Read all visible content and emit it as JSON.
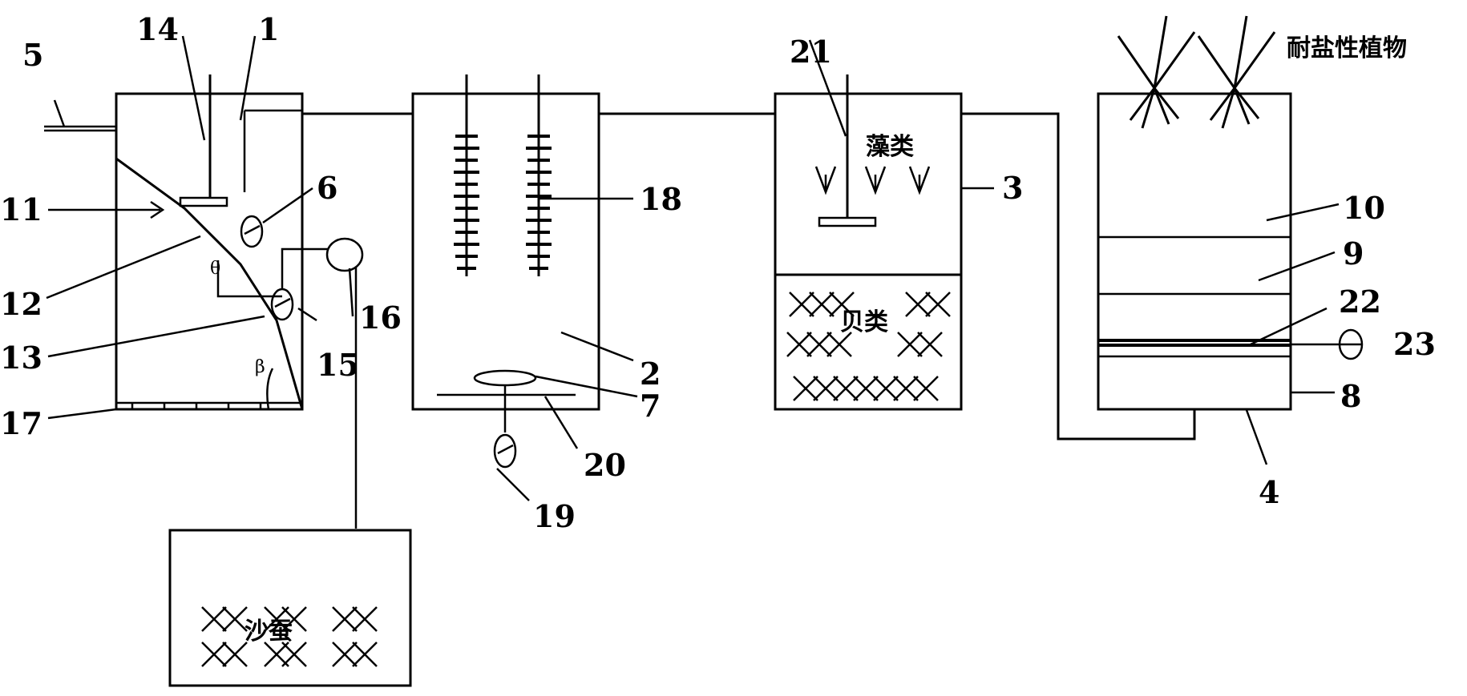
{
  "labels": {
    "n1": "1",
    "n2": "2",
    "n3": "3",
    "n4": "4",
    "n5": "5",
    "n6": "6",
    "n7": "7",
    "n8": "8",
    "n9": "9",
    "n10": "10",
    "n11": "11",
    "n12": "12",
    "n13": "13",
    "n14": "14",
    "n15": "15",
    "n16": "16",
    "n17": "17",
    "n18": "18",
    "n19": "19",
    "n20": "20",
    "n21": "21",
    "n22": "22",
    "n23": "23"
  },
  "text": {
    "salt_plants": "耐盐性植物",
    "algae": "藻类",
    "shellfish": "贝类",
    "sandworm": "沙蚕",
    "theta": "θ",
    "beta": "β"
  }
}
